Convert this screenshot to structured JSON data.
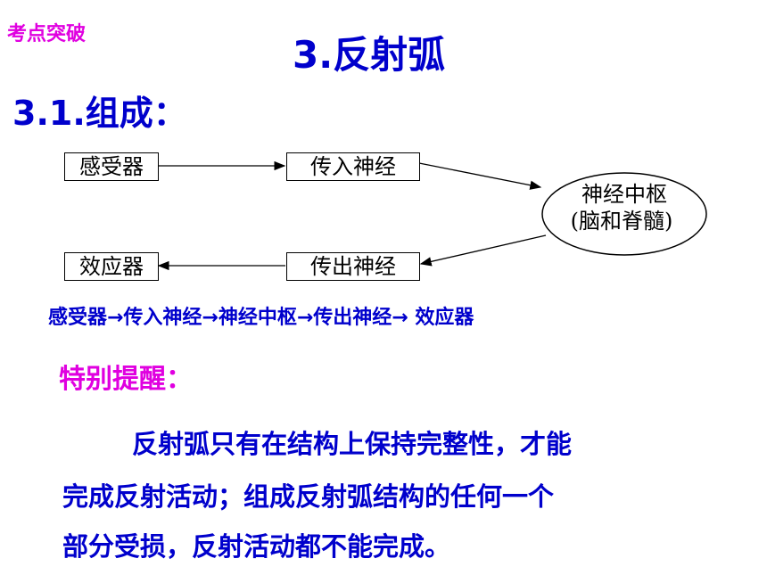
{
  "header": {
    "tag": "考点突破",
    "title": "3.反射弧"
  },
  "section": {
    "heading": "3.1.组成："
  },
  "diagram": {
    "receptor": "感受器",
    "afferent": "传入神经",
    "center_line1": "神经中枢",
    "center_line2": "(脑和脊髓)",
    "efferent": "传出神经",
    "effector": "效应器"
  },
  "pathway": "感受器→传入神经→神经中枢→传出神经→ 效应器",
  "reminder": {
    "heading": "特别提醒：",
    "line1": "反射弧只有在结构上保持完整性，才能",
    "line2": "完成反射活动；组成反射弧结构的任何一个",
    "line3": "部分受损，反射活动都不能完成。"
  },
  "colors": {
    "blue_text": "#0000cc",
    "magenta_text": "#e000e0"
  }
}
